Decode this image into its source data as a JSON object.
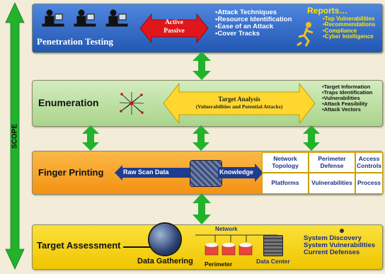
{
  "scope_label": "SCOPE",
  "layers": {
    "penetration": {
      "title": "Penetration Testing",
      "active_passive": [
        "Active",
        "Passive"
      ],
      "bullets": [
        "•Attack Techniques",
        "•Resource Identification",
        "•Ease of an Attack",
        "•Cover Tracks"
      ],
      "reports": {
        "title": "Reports…",
        "items": [
          "•Top Vulnerabilities",
          "•Recommendations",
          "•Compliance",
          "•Cyber Intelligence"
        ]
      }
    },
    "enumeration": {
      "title": "Enumeration",
      "analysis_title": "Target Analysis",
      "analysis_sub": "(Vulnerabilities and Potential Attacks)",
      "bullets": [
        "•Target Information",
        "•Traps Identification",
        "•Vulnerabilities",
        "•Attack Feasibility",
        "•Attack Vectors"
      ]
    },
    "fingerprint": {
      "title": "Finger Printing",
      "raw_scan": "Raw Scan Data",
      "knowledge": "Knowledge",
      "grid": [
        [
          "Network Topology",
          "Perimeter Defense",
          "Access Controls"
        ],
        [
          "Platforms",
          "Vulnerabilities",
          "Process"
        ]
      ]
    },
    "target": {
      "title": "Target Assessment",
      "network": "Network",
      "data_gathering": "Data Gathering",
      "perimeter": "Perimeter",
      "data_center": "Data Center",
      "bullets": [
        "System Discovery",
        "System Vulnerabilities",
        "Current Defenses"
      ]
    }
  },
  "colors": {
    "penetration_bg": "#2f64c4",
    "enumeration_bg": "#bfe0a8",
    "fingerprint_bg": "#f7a21a",
    "target_bg": "#f5d300",
    "arrow_green": "#22b22c",
    "report_text": "#ffe400",
    "red_arrow": "#e0161c"
  }
}
